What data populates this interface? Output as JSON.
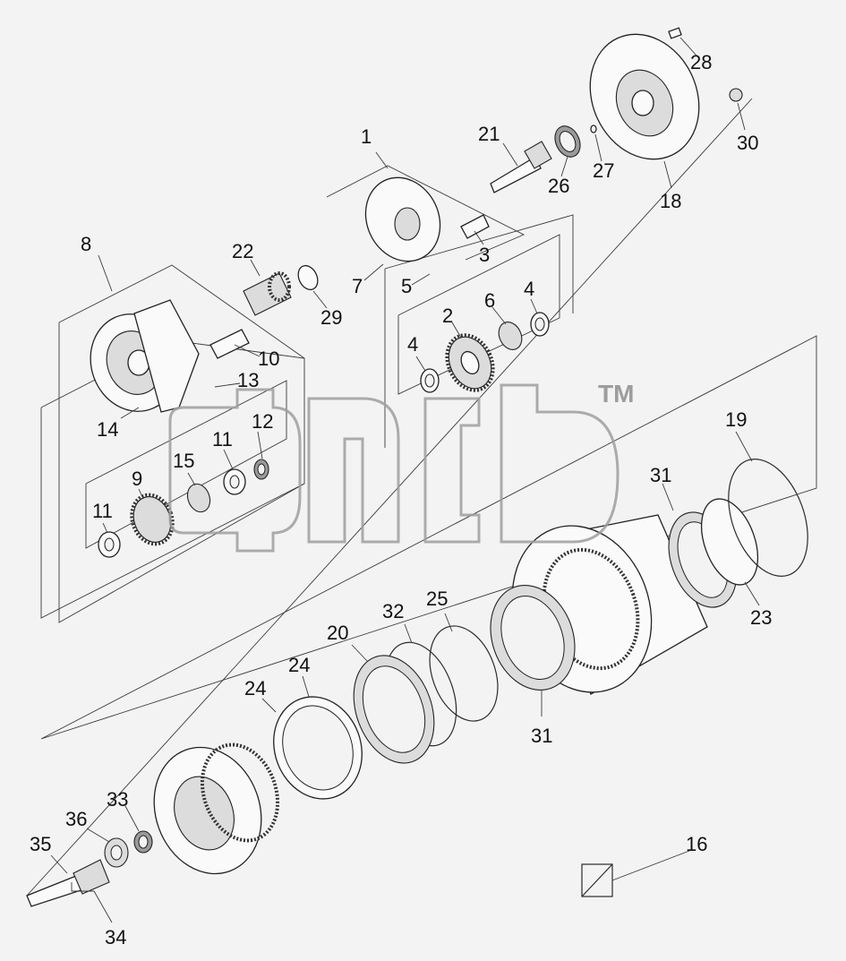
{
  "diagram": {
    "callouts": [
      "1",
      "2",
      "3",
      "4",
      "4",
      "5",
      "6",
      "7",
      "8",
      "9",
      "10",
      "11",
      "11",
      "12",
      "13",
      "14",
      "15",
      "16",
      "18",
      "19",
      "20",
      "21",
      "22",
      "23",
      "24",
      "24",
      "25",
      "26",
      "27",
      "28",
      "29",
      "30",
      "31",
      "31",
      "32",
      "33",
      "34",
      "35",
      "36"
    ],
    "watermark_tm": "TM"
  }
}
